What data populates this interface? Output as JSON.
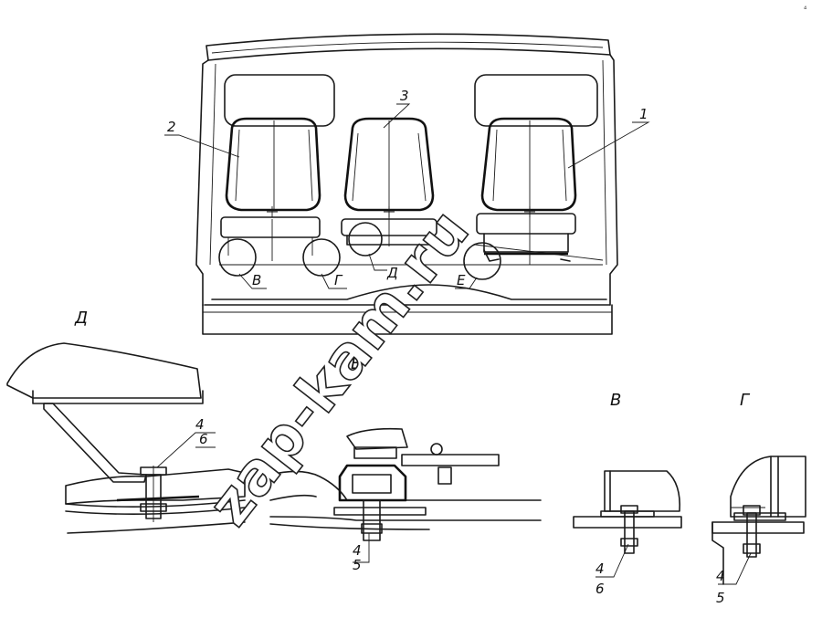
{
  "callouts": {
    "item1": "1",
    "item2": "2",
    "item3": "3",
    "view_v": "В",
    "view_g": "Г",
    "view_d": "Д",
    "view_e": "Е"
  },
  "details": {
    "d": {
      "title": "Д",
      "num_top": "4",
      "num_bottom": "6"
    },
    "e": {
      "title": "Е",
      "num_top": "4",
      "num_bottom": "5"
    },
    "v": {
      "title": "В",
      "num_top": "4",
      "num_bottom": "6"
    },
    "g": {
      "title": "Г",
      "num_top": "4",
      "num_bottom": "5"
    }
  },
  "watermark": "zap-kam.ru",
  "corner_mark": "₄"
}
